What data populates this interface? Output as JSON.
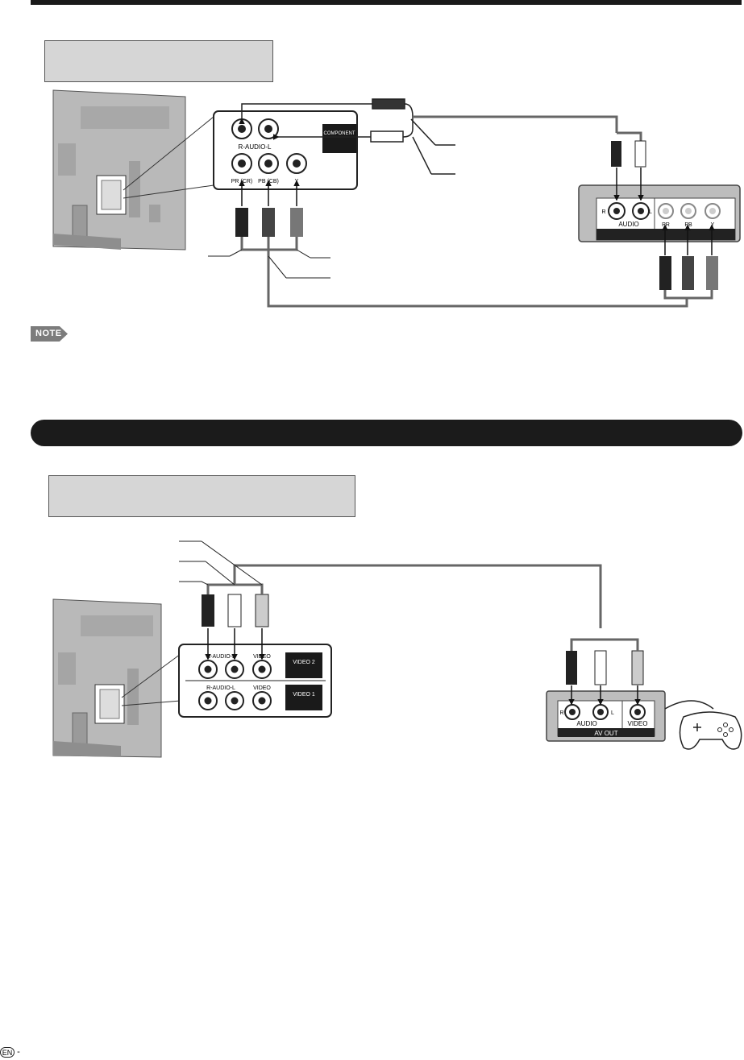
{
  "top_diagram": {
    "component_panel": {
      "audio_label": "R-AUDIO-L",
      "component_label": "COMPONENT",
      "pr_label": "PR (CR)",
      "pb_label": "PB (CB)",
      "y_label": "Y"
    },
    "source_device": {
      "audio_label": "AUDIO",
      "r_label": "R",
      "l_label": "L",
      "pr_label": "PR",
      "pb_label": "PB",
      "y_label": "Y"
    }
  },
  "note_badge": "NOTE",
  "bottom_diagram": {
    "tv_panel": {
      "row1_audio_label": "R-AUDIO-L",
      "row1_video_label": "VIDEO",
      "row1_input_label": "VIDEO 2",
      "row2_audio_label": "R-AUDIO-L",
      "row2_video_label": "VIDEO",
      "row2_input_label": "VIDEO 1"
    },
    "game_device": {
      "r_label": "R",
      "l_label": "L",
      "audio_label": "AUDIO",
      "video_label": "VIDEO",
      "av_out_label": "AV OUT"
    }
  },
  "footer": {
    "lang_badge": "EN",
    "dash": "-"
  }
}
